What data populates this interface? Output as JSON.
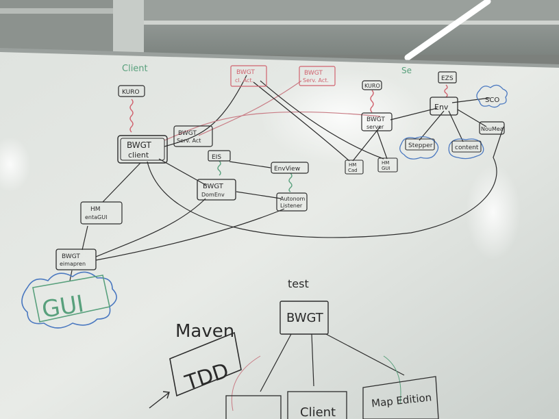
{
  "whiteboard": {
    "title_left": "Client",
    "title_right": "Se",
    "nodes": {
      "kuro_left": "KURO",
      "bwgt_cl_act": [
        "BWGT",
        "cl. Act."
      ],
      "bwgt_serv_act_top": [
        "BWGT",
        "Serv. Act."
      ],
      "kuro_right": "KURO",
      "ezs": "EZS",
      "env": "Env",
      "sco": "SCO",
      "bwgt_server": [
        "BWGT",
        "server"
      ],
      "stepper": "Stepper",
      "content": "content",
      "noumea": "NouMea",
      "bwgt_client": [
        "BWGT",
        "client"
      ],
      "bwgt_serv_act": [
        "BWGT",
        "Serv. Act"
      ],
      "eis": "EIS",
      "env_view": "EnvView",
      "hm_cad": [
        "HM",
        "Cad"
      ],
      "hm_gui": [
        "HM",
        "GUI"
      ],
      "bwgt_domenv": [
        "BWGT",
        "DomEnv"
      ],
      "autonomous_listener": [
        "Autonom",
        "Listener"
      ],
      "hm_entagui": [
        "HM",
        "entaGUI"
      ],
      "bwgt_eimapren": [
        "BWGT",
        "eimapren"
      ],
      "gui": "GUI"
    },
    "bottom": {
      "maven": "Maven",
      "tdd": "TDD",
      "test": "test",
      "bwgt": "BWGT",
      "client": "Client",
      "map_edition": "Map Edition"
    }
  }
}
